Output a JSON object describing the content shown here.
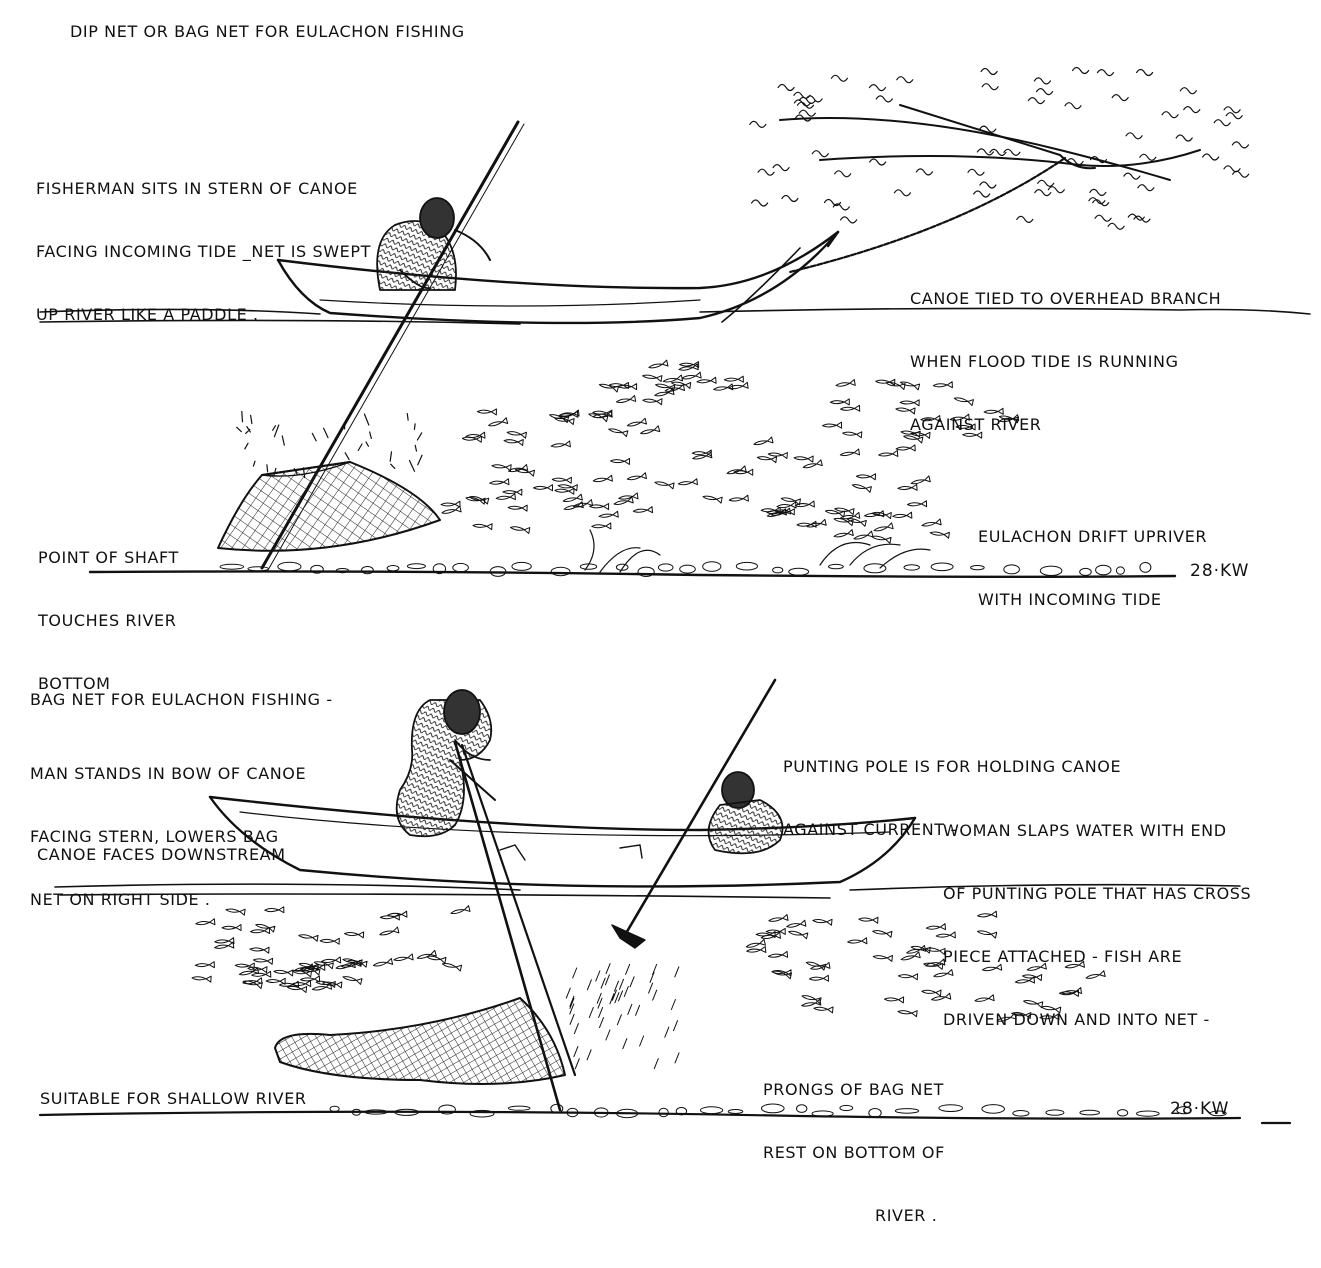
{
  "diagram": {
    "title": "DIP NET OR BAG NET FOR EULACHON FISHING",
    "top": {
      "fisherman_note": [
        "FISHERMAN SITS IN STERN OF CANOE",
        "FACING INCOMING TIDE _NET IS SWEPT",
        "UP RIVER LIKE A PADDLE ."
      ],
      "canoe_tied_note": [
        "CANOE TIED TO OVERHEAD BRANCH",
        "WHEN FLOOD TIDE IS RUNNING",
        "AGAINST RIVER"
      ],
      "shaft_note": [
        "POINT OF SHAFT",
        "TOUCHES RIVER",
        "BOTTOM"
      ],
      "drift_note": [
        "EULACHON DRIFT UPRIVER",
        "WITH INCOMING TIDE"
      ],
      "signature": "28·KW"
    },
    "bottom": {
      "heading": "BAG NET FOR EULACHON FISHING -",
      "man_note": [
        "MAN STANDS IN BOW OF CANOE",
        "FACING STERN, LOWERS BAG",
        "NET ON RIGHT SIDE ."
      ],
      "pole_note": [
        "PUNTING POLE IS FOR HOLDING CANOE",
        "AGAINST CURRENT -"
      ],
      "woman_note": [
        "WOMAN SLAPS WATER WITH END",
        "OF PUNTING POLE THAT HAS CROSS",
        "PIECE ATTACHED - FISH ARE",
        "DRIVEN DOWN AND INTO NET -"
      ],
      "canoe_faces": "CANOE FACES DOWNSTREAM",
      "prongs_note": [
        "PRONGS OF BAG NET",
        "REST ON BOTTOM OF",
        "RIVER ."
      ],
      "suitable": "SUITABLE FOR SHALLOW RIVER",
      "signature": "28·KW"
    }
  }
}
